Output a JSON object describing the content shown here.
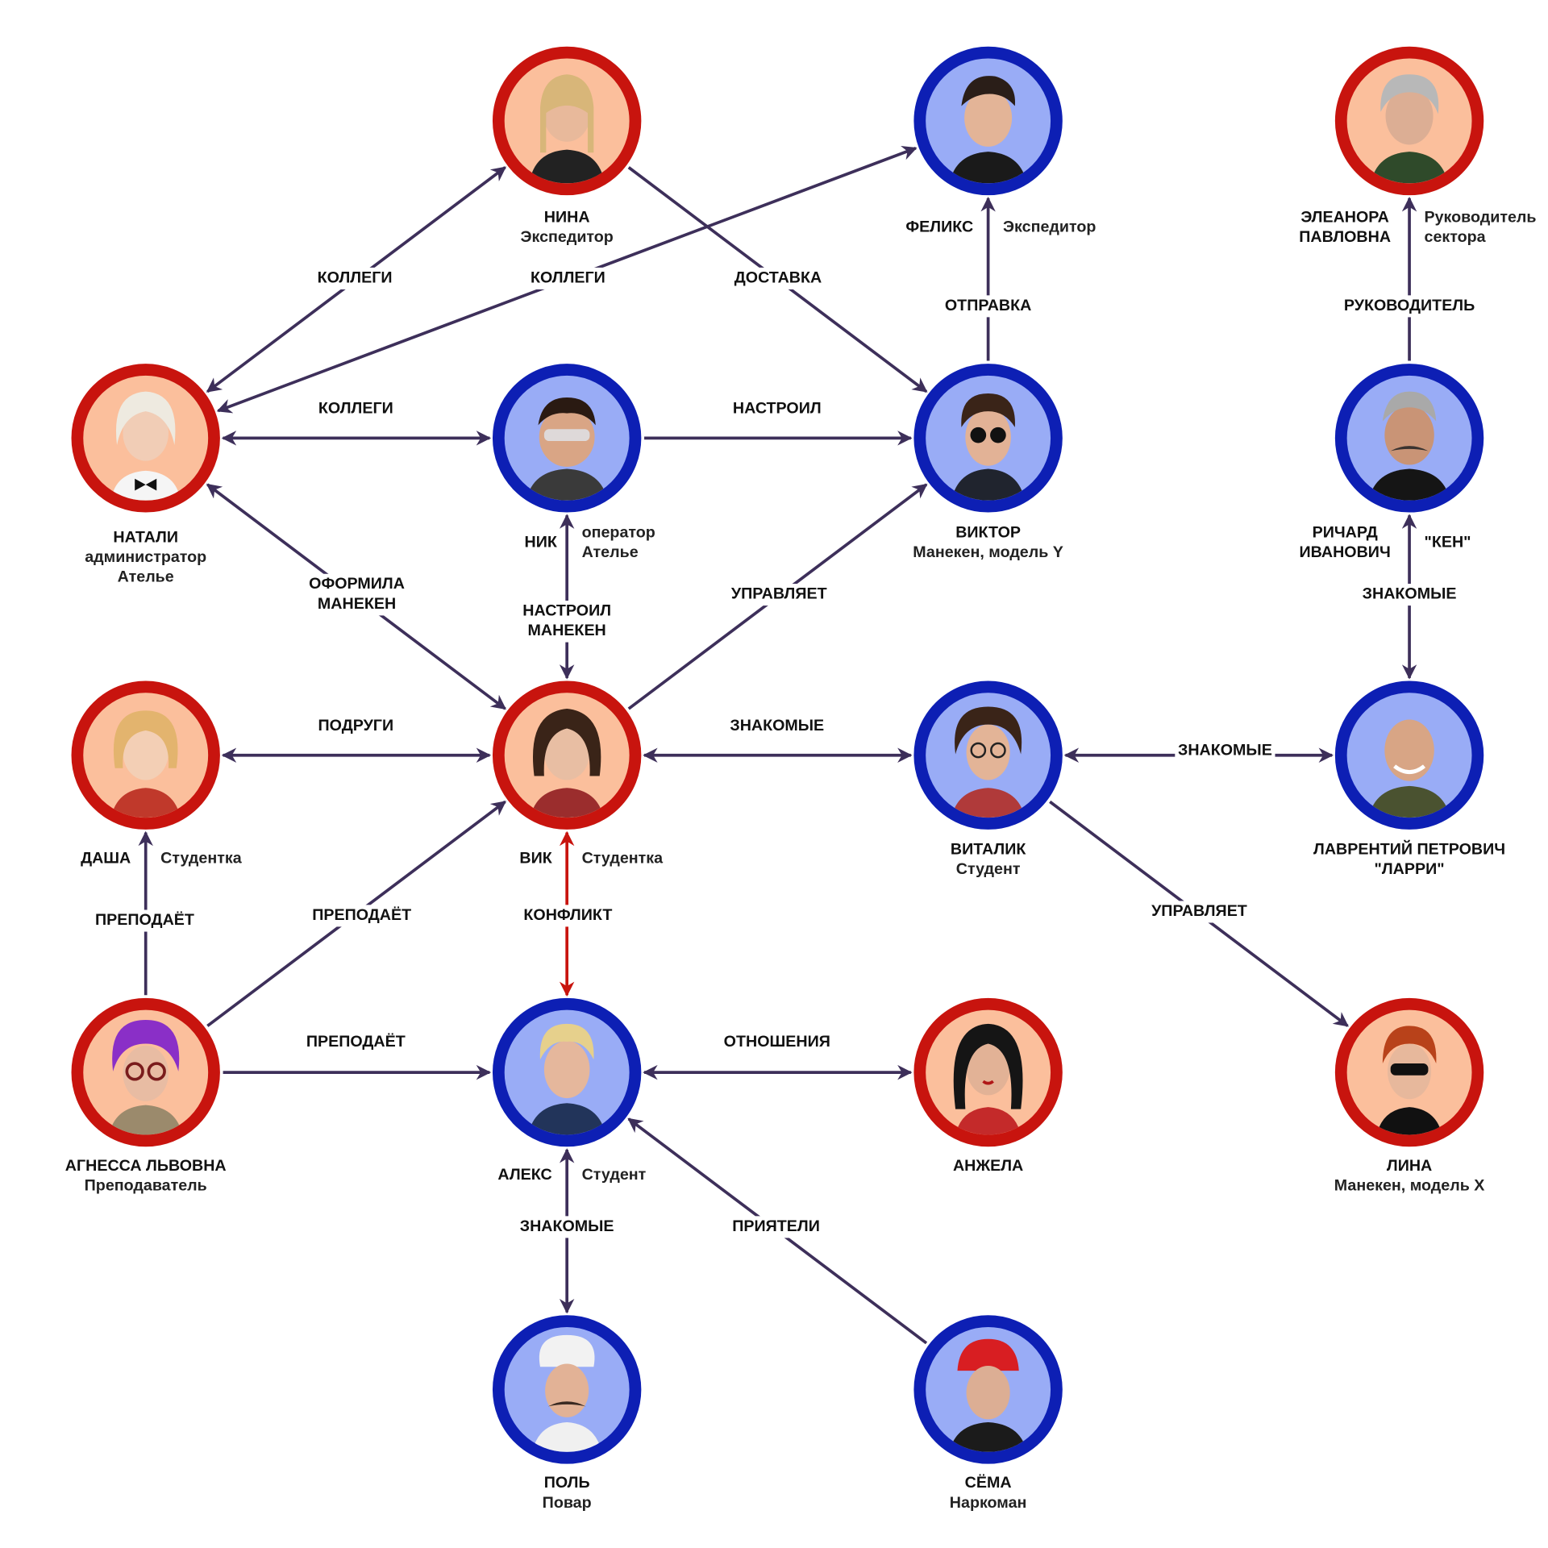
{
  "colors": {
    "female_border": "#c8140e",
    "female_fill": "#fbbf9c",
    "male_border": "#0d1fb4",
    "male_fill": "#99acf6",
    "edge": "#3d2f5a",
    "conflict": "#c8140e"
  },
  "people": {
    "nina": {
      "name": "НИНА",
      "role": "Экспедитор",
      "gender": "female"
    },
    "felix": {
      "name": "ФЕЛИКС",
      "role": "Экспедитор",
      "gender": "male"
    },
    "eleonora": {
      "name": "ЭЛЕАНОРА ПАВЛОВНА",
      "role": "Руководитель сектора",
      "gender": "female"
    },
    "natali": {
      "name": "НАТАЛИ",
      "role": "администратор Ателье",
      "gender": "female"
    },
    "nik": {
      "name": "НИК",
      "role": "оператор Ателье",
      "gender": "male"
    },
    "viktor": {
      "name": "ВИКТОР",
      "role": "Манекен, модель Y",
      "gender": "male"
    },
    "richard": {
      "name": "РИЧАРД ИВАНОВИЧ",
      "role": "\"КЕН\"",
      "gender": "male"
    },
    "dasha": {
      "name": "ДАША",
      "role": "Студентка",
      "gender": "female"
    },
    "vik": {
      "name": "ВИК",
      "role": "Студентка",
      "gender": "female"
    },
    "vitalik": {
      "name": "ВИТАЛИК",
      "role": "Студент",
      "gender": "male"
    },
    "lavrenty": {
      "name": "ЛАВРЕНТИЙ ПЕТРОВИЧ",
      "role": "\"ЛАРРИ\"",
      "gender": "male"
    },
    "agnessa": {
      "name": "АГНЕССА ЛЬВОВНА",
      "role": "Преподаватель",
      "gender": "female"
    },
    "alex": {
      "name": "АЛЕКС",
      "role": "Студент",
      "gender": "male"
    },
    "anzhela": {
      "name": "АНЖЕЛА",
      "role": "",
      "gender": "female"
    },
    "lina": {
      "name": "ЛИНА",
      "role": "Манекен, модель X",
      "gender": "female"
    },
    "pol": {
      "name": "ПОЛЬ",
      "role": "Повар",
      "gender": "male"
    },
    "sema": {
      "name": "СЁМА",
      "role": "Наркоман",
      "gender": "male"
    }
  },
  "relations": [
    {
      "from": "natali",
      "to": "nina",
      "label": "КОЛЛЕГИ",
      "dir": "both"
    },
    {
      "from": "natali",
      "to": "felix",
      "label": "КОЛЛЕГИ",
      "dir": "both"
    },
    {
      "from": "nina",
      "to": "viktor",
      "label": "ДОСТАВКА",
      "dir": "forward"
    },
    {
      "from": "viktor",
      "to": "felix",
      "label": "ОТПРАВКА",
      "dir": "forward"
    },
    {
      "from": "richard",
      "to": "eleonora",
      "label": "РУКОВОДИТЕЛЬ",
      "dir": "forward"
    },
    {
      "from": "natali",
      "to": "nik",
      "label": "КОЛЛЕГИ",
      "dir": "both"
    },
    {
      "from": "nik",
      "to": "viktor",
      "label": "НАСТРОИЛ",
      "dir": "forward"
    },
    {
      "from": "vik",
      "to": "natali",
      "label": "ОФОРМИЛА МАНЕКЕН",
      "dir": "both"
    },
    {
      "from": "nik",
      "to": "vik",
      "label": "НАСТРОИЛ МАНЕКЕН",
      "dir": "both"
    },
    {
      "from": "vik",
      "to": "viktor",
      "label": "УПРАВЛЯЕТ",
      "dir": "forward"
    },
    {
      "from": "richard",
      "to": "lavrenty",
      "label": "ЗНАКОМЫЕ",
      "dir": "both"
    },
    {
      "from": "dasha",
      "to": "vik",
      "label": "ПОДРУГИ",
      "dir": "both"
    },
    {
      "from": "vik",
      "to": "vitalik",
      "label": "ЗНАКОМЫЕ",
      "dir": "both"
    },
    {
      "from": "vitalik",
      "to": "lavrenty",
      "label": "ЗНАКОМЫЕ",
      "dir": "both"
    },
    {
      "from": "agnessa",
      "to": "dasha",
      "label": "ПРЕПОДАЁТ",
      "dir": "forward"
    },
    {
      "from": "agnessa",
      "to": "vik",
      "label": "ПРЕПОДАЁТ",
      "dir": "forward"
    },
    {
      "from": "vik",
      "to": "alex",
      "label": "КОНФЛИКТ",
      "dir": "both",
      "conflict": true
    },
    {
      "from": "vitalik",
      "to": "lina",
      "label": "УПРАВЛЯЕТ",
      "dir": "forward"
    },
    {
      "from": "agnessa",
      "to": "alex",
      "label": "ПРЕПОДАЁТ",
      "dir": "forward"
    },
    {
      "from": "alex",
      "to": "anzhela",
      "label": "ОТНОШЕНИЯ",
      "dir": "both"
    },
    {
      "from": "alex",
      "to": "pol",
      "label": "ЗНАКОМЫЕ",
      "dir": "both"
    },
    {
      "from": "sema",
      "to": "alex",
      "label": "ПРИЯТЕЛИ",
      "dir": "forward"
    }
  ]
}
